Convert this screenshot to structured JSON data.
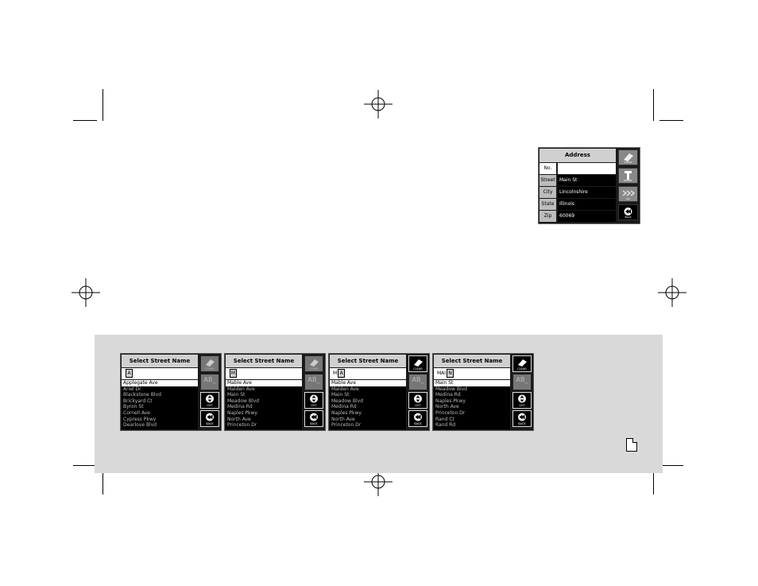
{
  "address": {
    "title": "Address",
    "rows": [
      {
        "label": "No.",
        "value": ""
      },
      {
        "label": "Street",
        "value": "Main St"
      },
      {
        "label": "City",
        "value": "Lincolnshire"
      },
      {
        "label": "State",
        "value": "Illinois"
      },
      {
        "label": "Zip",
        "value": "60069"
      }
    ],
    "buttons": [
      "CLEAR",
      "ENTER",
      "GO",
      "BACK"
    ]
  },
  "screens": [
    {
      "title": "Select Street Name",
      "input_prefix": "",
      "cursor": "A",
      "items": [
        "Applegate Ave",
        "Ariel Dr",
        "Blackstone Blvd",
        "Brickyard Ct",
        "Byron St",
        "Cornell Ave",
        "Cypress Pkwy",
        "Dearlove Blvd"
      ]
    },
    {
      "title": "Select Street Name",
      "input_prefix": "",
      "cursor": "M",
      "items": [
        "Mable Ave",
        "Malden Ave",
        "Main St",
        "Meadow Blvd",
        "Medina Rd",
        "Naples Pkwy",
        "North Ave",
        "Princeton Dr"
      ]
    },
    {
      "title": "Select Street Name",
      "input_prefix": "M",
      "cursor": "A",
      "items": [
        "Mable Ave",
        "Malden Ave",
        "Main St",
        "Meadow Blvd",
        "Medina Rd",
        "Naples Pkwy",
        "North Ave",
        "Princeton Dr"
      ]
    },
    {
      "title": "Select Street Name",
      "input_prefix": "MAI",
      "cursor": "N",
      "items": [
        "Main St",
        "Meadow Blvd",
        "Medina Rd",
        "Naples Pkwy",
        "North Ave",
        "Princeton Dr",
        "Rand Ct",
        "Rand Rd"
      ]
    }
  ],
  "buttons": {
    "clear": "CLEAR",
    "abc": "AB_",
    "list": "LIST",
    "back": "BACK"
  }
}
